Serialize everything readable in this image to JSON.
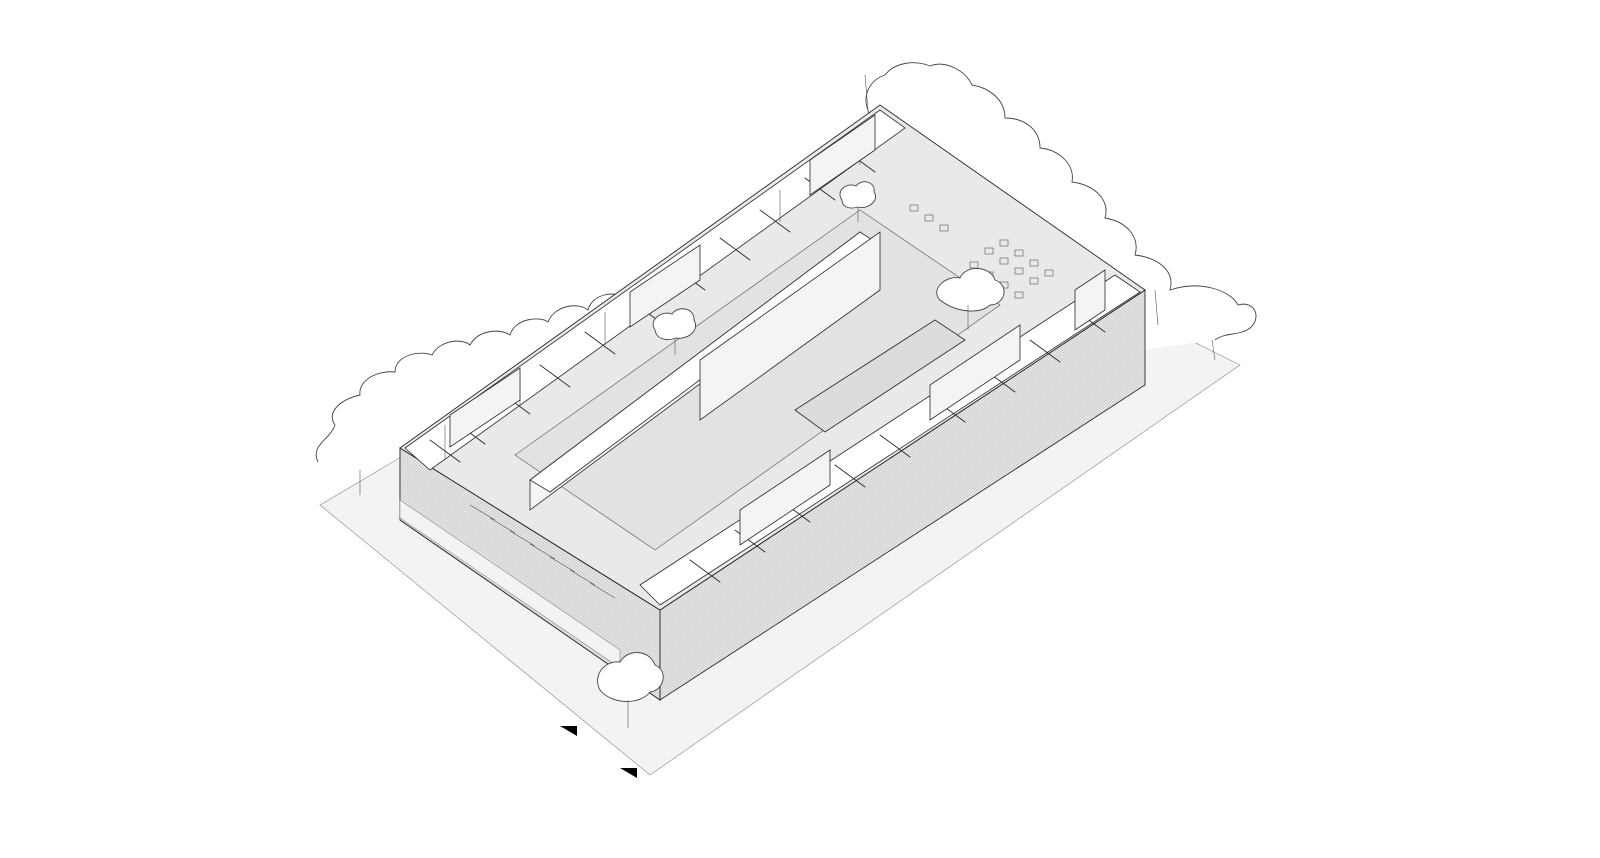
{
  "drawing": {
    "type": "axonometric-plan",
    "colors": {
      "line": "#2a2a2a",
      "facade_hatch": "#bdbdbd",
      "courtyard": "#e2e2e2",
      "pool": "#dcdcdc",
      "background": "#ffffff"
    },
    "elements": [
      "site-plane",
      "tree-canopy-outline",
      "building-facade",
      "courtyard",
      "pool",
      "perimeter-rooms",
      "terrace-tables",
      "section-markers"
    ]
  }
}
